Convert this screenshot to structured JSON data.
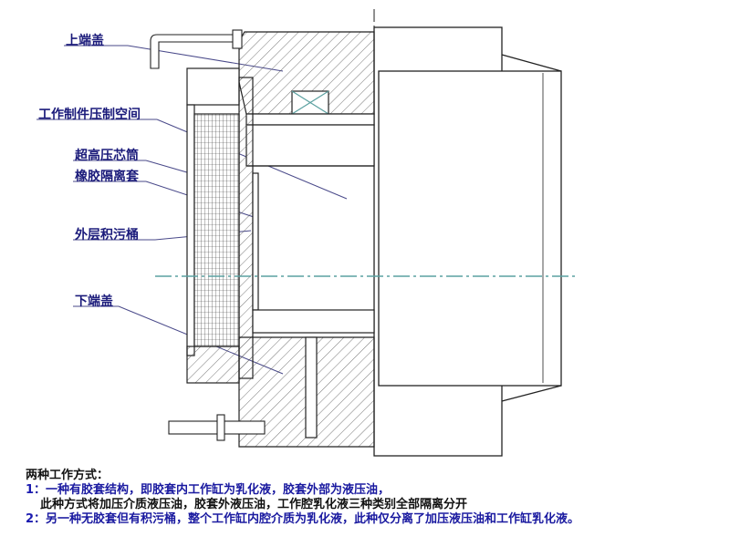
{
  "labels": {
    "top_cap": "上端盖",
    "work_space": "工作制件压制空间",
    "core_tube": "超高压芯筒",
    "rubber_sleeve": "橡胶隔离套",
    "dirt_bucket": "外层积污桶",
    "bottom_cap": "下端盖"
  },
  "notes": {
    "title": "两种工作方式：",
    "item1_num": "1",
    "item1": "：一种有胶套结构，即胶套内工作缸为乳化液，胶套外部为液压油，",
    "item1_cont": "此种方式将加压介质液压油，胶套外液压油，工作腔乳化液三种类别全部隔离分开",
    "item2_num": "2",
    "item2": "：另一种无胶套但有积污桶，整个工作缸内腔介质为乳化液，此种仅分离了加压液压油和工作缸乳化液。"
  },
  "colors": {
    "label": "#1a1a7a",
    "line": "#222222",
    "axis": "#5aa0a0"
  }
}
